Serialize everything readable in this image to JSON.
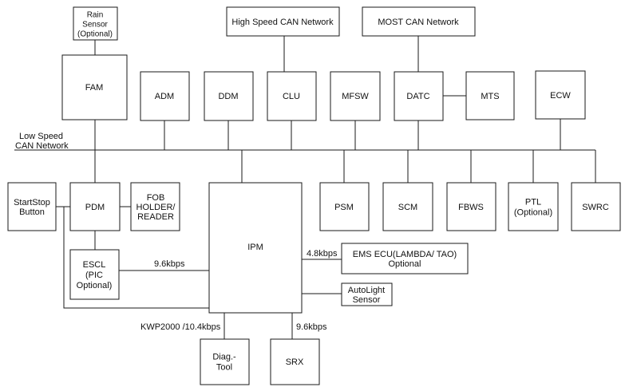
{
  "colors": {
    "line": "#1a1a1a",
    "text": "#111111",
    "background": "#ffffff"
  },
  "nodes": {
    "rain_sensor": [
      "Rain",
      "Sensor",
      "(Optional)"
    ],
    "hs_can": [
      "High Speed CAN Network"
    ],
    "most_can": [
      "MOST CAN Network"
    ],
    "fam": [
      "FAM"
    ],
    "adm": [
      "ADM"
    ],
    "ddm": [
      "DDM"
    ],
    "clu": [
      "CLU"
    ],
    "mfsw": [
      "MFSW"
    ],
    "datc": [
      "DATC"
    ],
    "mts": [
      "MTS"
    ],
    "ecw": [
      "ECW"
    ],
    "startstop": [
      "StartStop",
      "Button"
    ],
    "pdm": [
      "PDM"
    ],
    "fob": [
      "FOB",
      "HOLDER/",
      "READER"
    ],
    "ipm": [
      "IPM"
    ],
    "psm": [
      "PSM"
    ],
    "scm": [
      "SCM"
    ],
    "fbws": [
      "FBWS"
    ],
    "ptl": [
      "PTL",
      "(Optional)"
    ],
    "swrc": [
      "SWRC"
    ],
    "escl": [
      "ESCL",
      "(PIC",
      "Optional)"
    ],
    "ems": [
      "EMS ECU(LAMBDA/ TAO)",
      "Optional"
    ],
    "autolight": [
      "AutoLight",
      "Sensor"
    ],
    "diag": [
      "Diag.-",
      "Tool"
    ],
    "srx": [
      "SRX"
    ]
  },
  "labels": {
    "bus": [
      "Low Speed",
      "CAN Network"
    ],
    "escl_rate": "9.6kbps",
    "ems_rate": "4.8kbps",
    "kwp_rate": "KWP2000 /10.4kbps",
    "srx_rate": "9.6kbps"
  }
}
